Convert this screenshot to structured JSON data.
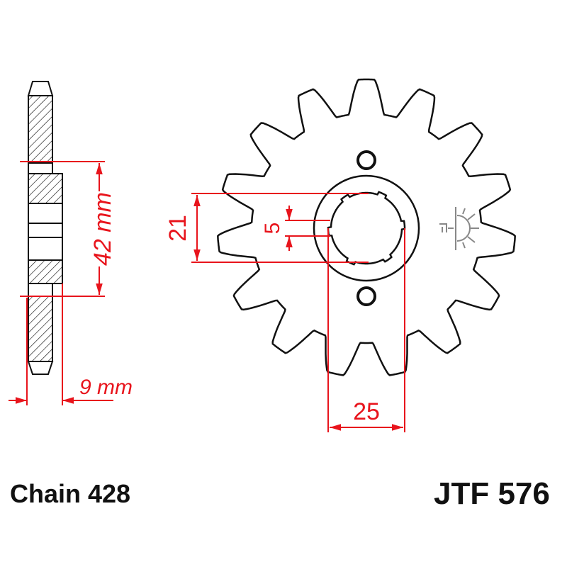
{
  "labels": {
    "chain": "Chain 428",
    "part_number": "JTF 576"
  },
  "dimensions": {
    "width_42": "42 mm",
    "thickness_9": "9 mm",
    "spline_21": "21",
    "spline_5": "5",
    "spline_25": "25"
  },
  "colors": {
    "outline": "#111111",
    "dimension": "#e8141c",
    "logo": "#888888"
  },
  "sprocket": {
    "teeth": 15
  }
}
